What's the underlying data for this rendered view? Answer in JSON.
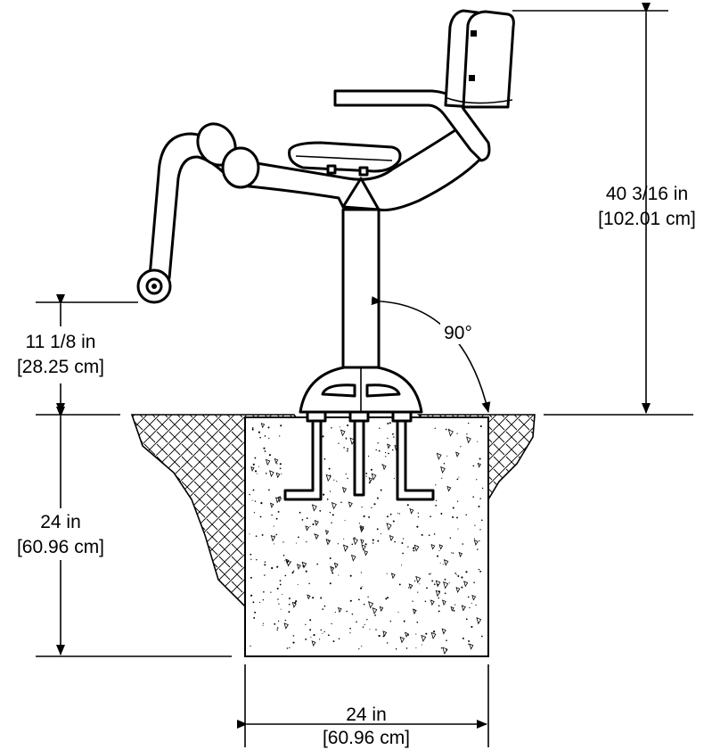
{
  "dimensions": {
    "overall_height": {
      "imperial": "40 3/16 in",
      "metric": "[102.01 cm]"
    },
    "handle_height": {
      "imperial": "11 1/8 in",
      "metric": "[28.25 cm]"
    },
    "footing_depth": {
      "imperial": "24 in",
      "metric": "[60.96 cm]"
    },
    "footing_width": {
      "imperial": "24 in",
      "metric": "[60.96 cm]"
    },
    "post_angle": "90°"
  }
}
